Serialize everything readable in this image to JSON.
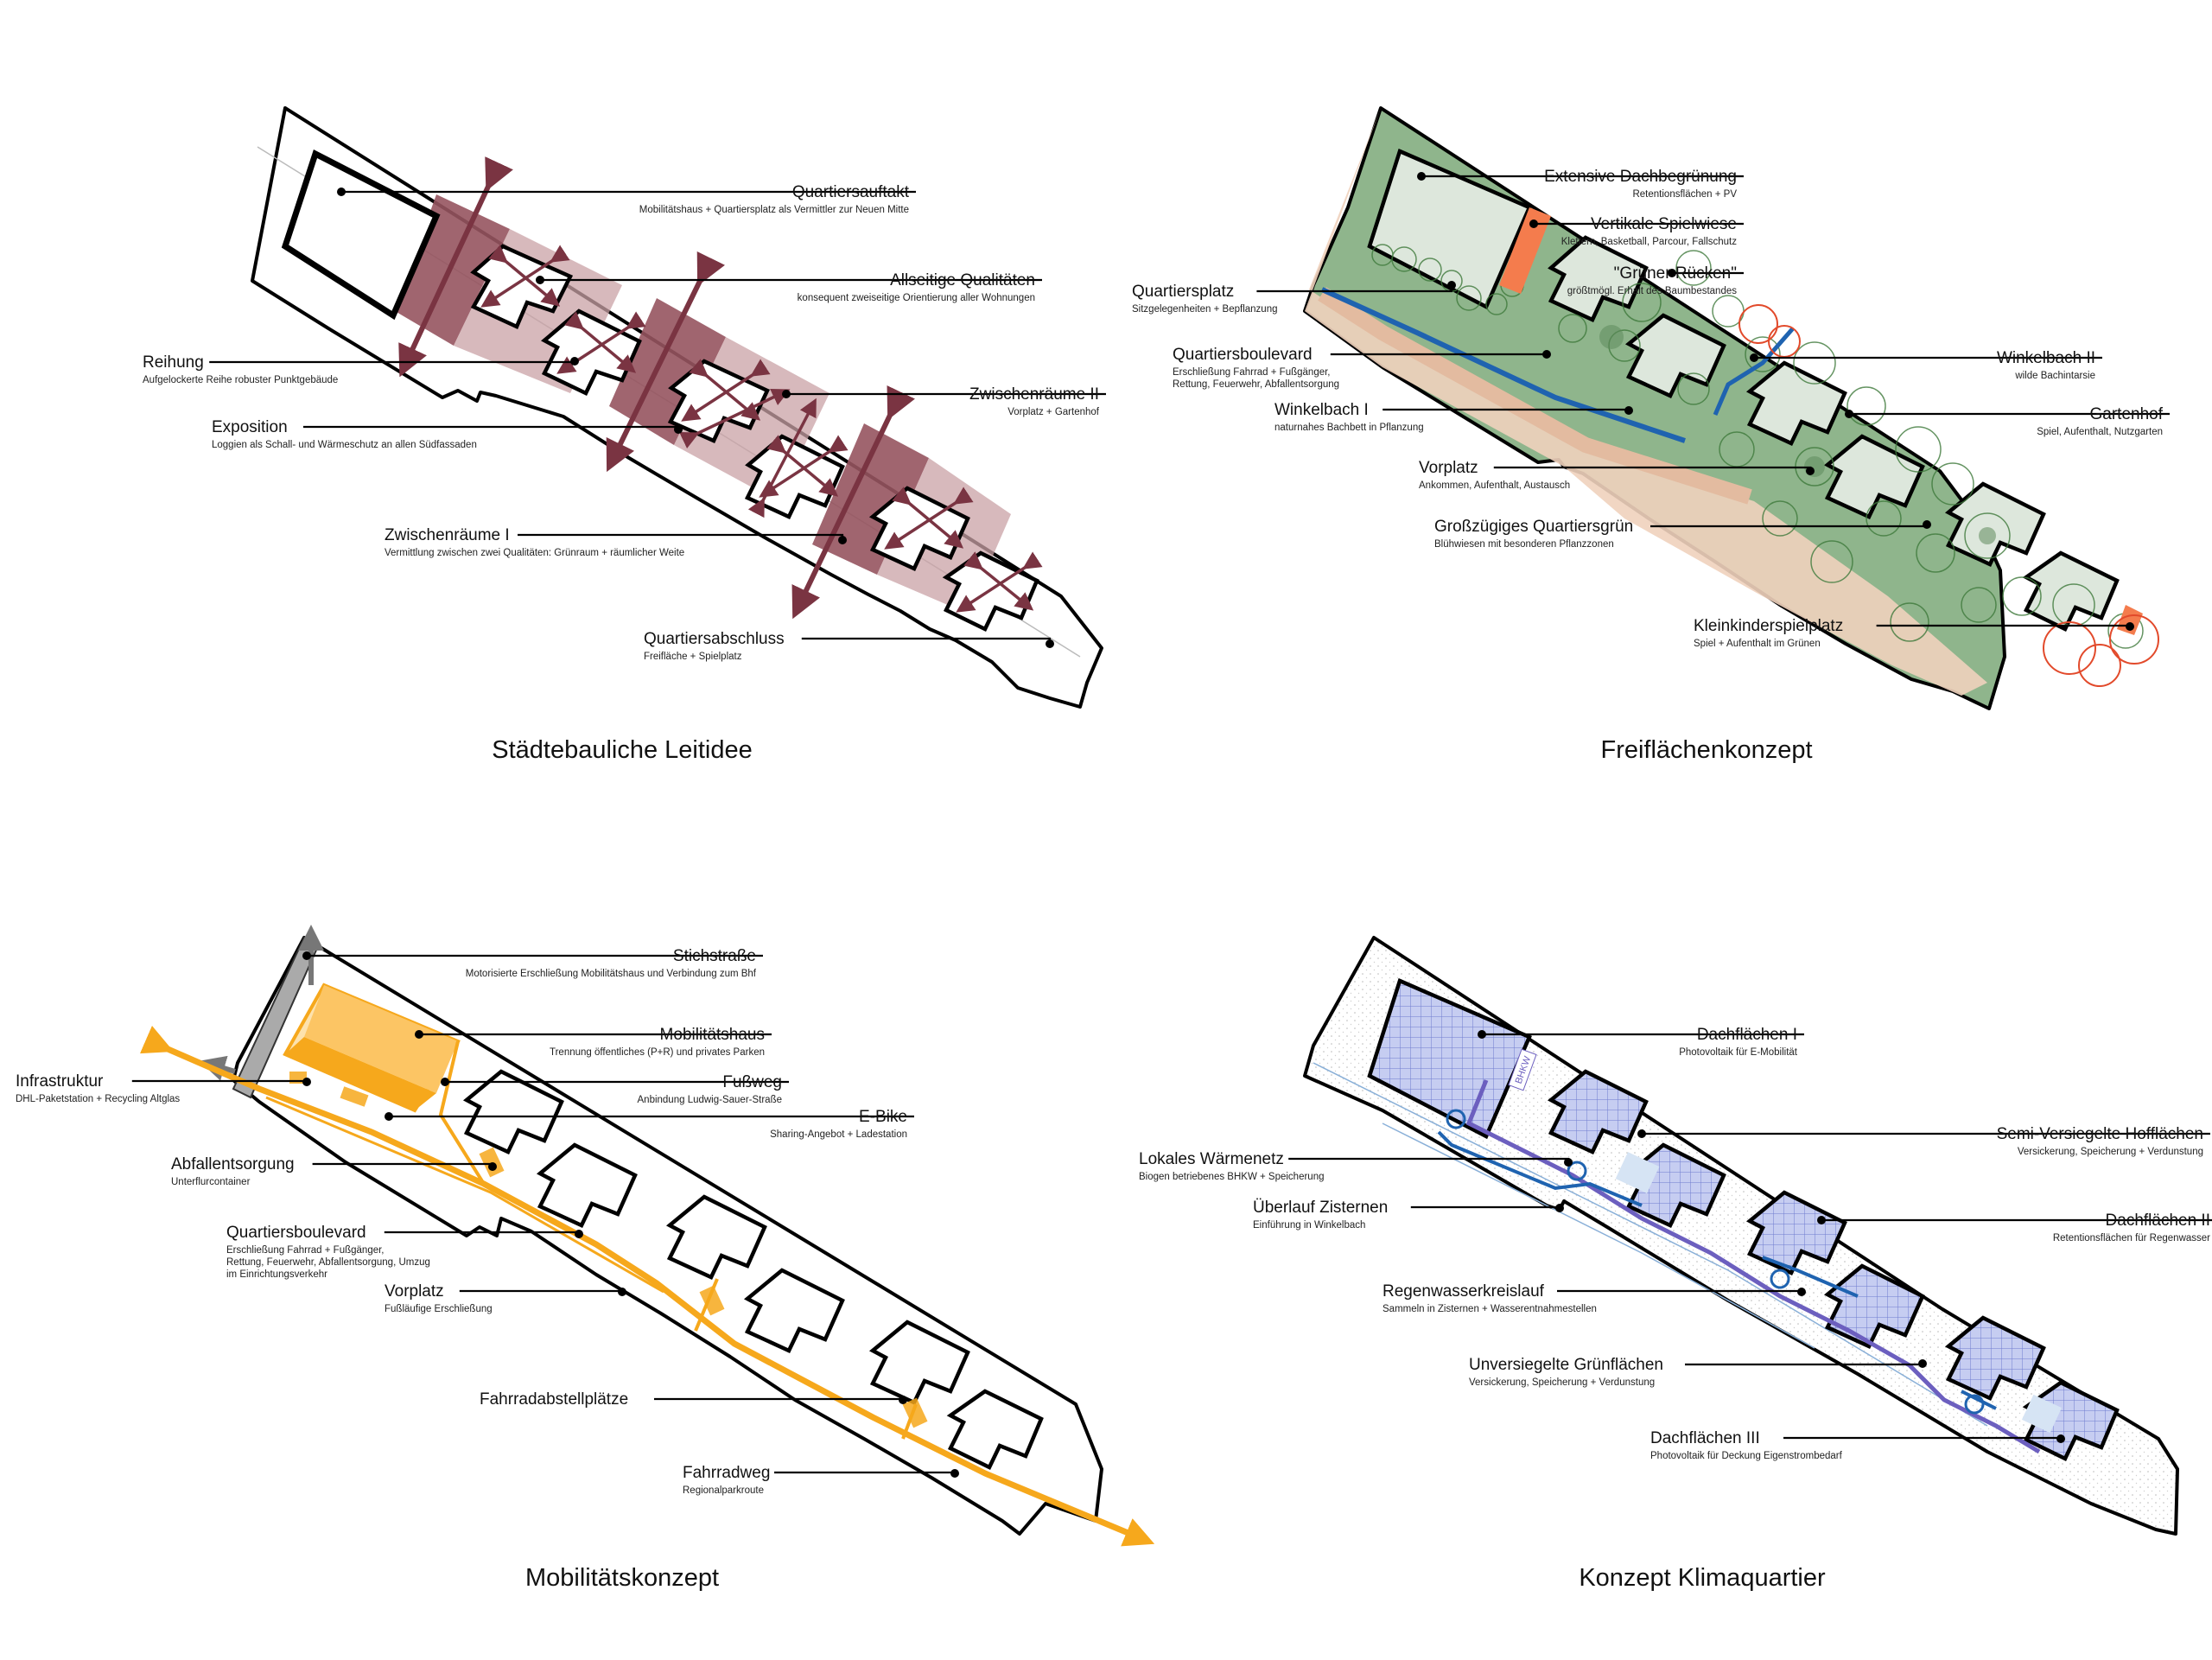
{
  "panels": [
    {
      "id": "leitidee",
      "title": "Städtebauliche Leitidee",
      "labels": [
        {
          "t": "Quartiersauftakt",
          "s": "Mobilitätshaus + Quartiersplatz als Vermittler zur Neuen Mitte"
        },
        {
          "t": "Allseitige Qualitäten",
          "s": "konsequent zweiseitige Orientierung aller Wohnungen"
        },
        {
          "t": "Reihung",
          "s": "Aufgelockerte Reihe robuster Punktgebäude"
        },
        {
          "t": "Zwischenräume II",
          "s": "Vorplatz + Gartenhof"
        },
        {
          "t": "Exposition",
          "s": "Loggien als Schall- und Wärmeschutz an allen Südfassaden"
        },
        {
          "t": "Zwischenräume I",
          "s": "Vermittlung zwischen zwei Qualitäten: Grünraum + räumlicher Weite"
        },
        {
          "t": "Quartiersabschluss",
          "s": "Freifläche + Spielplatz"
        }
      ]
    },
    {
      "id": "freiflaechen",
      "title": "Freiflächenkonzept",
      "labels": [
        {
          "t": "Extensive Dachbegrünung",
          "s": "Retentionsflächen + PV"
        },
        {
          "t": "Vertikale Spielwiese",
          "s": "Klettern, Basketball, Parcour, Fallschutz"
        },
        {
          "t": "\"Grüner Rücken\"",
          "s": "größtmögl. Erhalt des Baumbestandes"
        },
        {
          "t": "Quartiersplatz",
          "s": "Sitzgelegenheiten + Bepflanzung"
        },
        {
          "t": "Winkelbach II",
          "s": "wilde Bachintarsie"
        },
        {
          "t": "Quartiersboulevard",
          "s": "Erschließung Fahrrad + Fußgänger,",
          "s2": "Rettung, Feuerwehr, Abfallentsorgung"
        },
        {
          "t": "Gartenhof",
          "s": "Spiel, Aufenthalt, Nutzgarten"
        },
        {
          "t": "Winkelbach I",
          "s": "naturnahes Bachbett in Pflanzung"
        },
        {
          "t": "Vorplatz",
          "s": "Ankommen, Aufenthalt, Austausch"
        },
        {
          "t": "Großzügiges Quartiersgrün",
          "s": "Blühwiesen mit besonderen Pflanzzonen"
        },
        {
          "t": "Kleinkinderspielplatz",
          "s": "Spiel + Aufenthalt im Grünen"
        }
      ]
    },
    {
      "id": "mobilitaet",
      "title": "Mobilitätskonzept",
      "labels": [
        {
          "t": "Stichstraße",
          "s": "Motorisierte Erschließung Mobilitätshaus und Verbindung zum Bhf"
        },
        {
          "t": "Mobilitätshaus",
          "s": "Trennung öffentliches (P+R) und privates Parken"
        },
        {
          "t": "Infrastruktur",
          "s": "DHL-Paketstation + Recycling Altglas"
        },
        {
          "t": "Fußweg",
          "s": "Anbindung Ludwig-Sauer-Straße"
        },
        {
          "t": "E-Bike",
          "s": "Sharing-Angebot + Ladestation"
        },
        {
          "t": "Abfallentsorgung",
          "s": "Unterflurcontainer"
        },
        {
          "t": "Quartiersboulevard",
          "s": "Erschließung Fahrrad + Fußgänger,",
          "s2": "Rettung, Feuerwehr, Abfallentsorgung, Umzug",
          "s3": "im Einrichtungsverkehr"
        },
        {
          "t": "Vorplatz",
          "s": "Fußläufige Erschließung"
        },
        {
          "t": "Fahrradabstellplätze",
          "s": ""
        },
        {
          "t": "Fahrradweg",
          "s": "Regionalparkroute"
        }
      ]
    },
    {
      "id": "klima",
      "title": "Konzept Klimaquartier",
      "badge": "BHKW",
      "labels": [
        {
          "t": "Dachflächen I",
          "s": "Photovoltaik für E-Mobilität"
        },
        {
          "t": "Semi-Versiegelte Hofflächen",
          "s": "Versickerung, Speicherung + Verdunstung"
        },
        {
          "t": "Lokales Wärmenetz",
          "s": "Biogen betriebenes BHKW + Speicherung"
        },
        {
          "t": "Überlauf Zisternen",
          "s": "Einführung in Winkelbach"
        },
        {
          "t": "Dachflächen II",
          "s": "Retentionsflächen für Regenwasser"
        },
        {
          "t": "Regenwasserkreislauf",
          "s": "Sammeln in Zisternen + Wasserentnahmestellen"
        },
        {
          "t": "Unversiegelte Grünflächen",
          "s": "Versickerung, Speicherung + Verdunstung"
        },
        {
          "t": "Dachflächen III",
          "s": "Photovoltaik für Deckung Eigenstrombedarf"
        }
      ]
    }
  ],
  "colors": {
    "maroon": "#7a3442",
    "maroonLight": "#c9a1a6",
    "maroonBand": "#96545f",
    "green": "#8fb58c",
    "greenDark": "#5e8a5c",
    "path": "#efd2bc",
    "water": "#1f63b0",
    "orange": "#f6a81c",
    "purple": "#6c5fbf",
    "pv": "#c8cff0",
    "red": "#e24a2b"
  }
}
